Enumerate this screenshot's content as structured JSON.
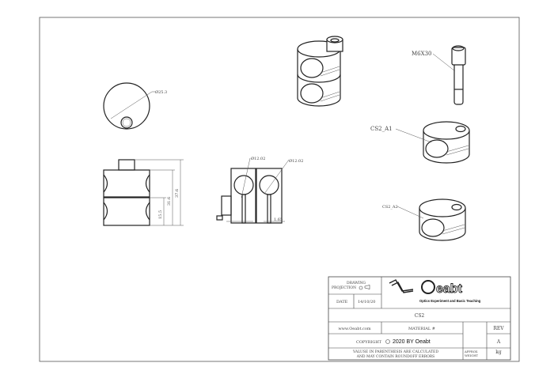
{
  "drawing": {
    "dimensions": {
      "top_diameter": "Ø25.3",
      "height_lower": "15.5",
      "height_mid": "31.6",
      "height_total": "37.6",
      "bore_left": "Ø12.02",
      "bore_right": "Ø12.02",
      "slot_width": "1.65"
    },
    "part_labels": {
      "screw": "M6X30",
      "part_a1": "CS2_A1",
      "part_a2": "CS2_A2"
    }
  },
  "title_block": {
    "projection_label_1": "DRAWING",
    "projection_label_2": "PROJECTION",
    "date_label": "DATE",
    "date_value": "14/10/20",
    "logo_name": "Oeabt",
    "logo_tagline": "Optics Experiment and Basic Teaching",
    "part_name": "CS2",
    "website": "www.Oeabt.com",
    "material_label": "MATERIAL #",
    "rev_label": "REV",
    "rev_value": "A",
    "copyright_label": "COPYRIGHT",
    "copyright_text": "2020 BY Oeabt",
    "note_line_1": "VALUSE IN PARENTHESIS ARE CALCULATED",
    "note_line_2": "AND MAY CONTAIN ROUNDOFF ERRORS",
    "approx_label_1": "APPROX",
    "approx_label_2": "WEIGHT",
    "weight_unit": "kg"
  }
}
